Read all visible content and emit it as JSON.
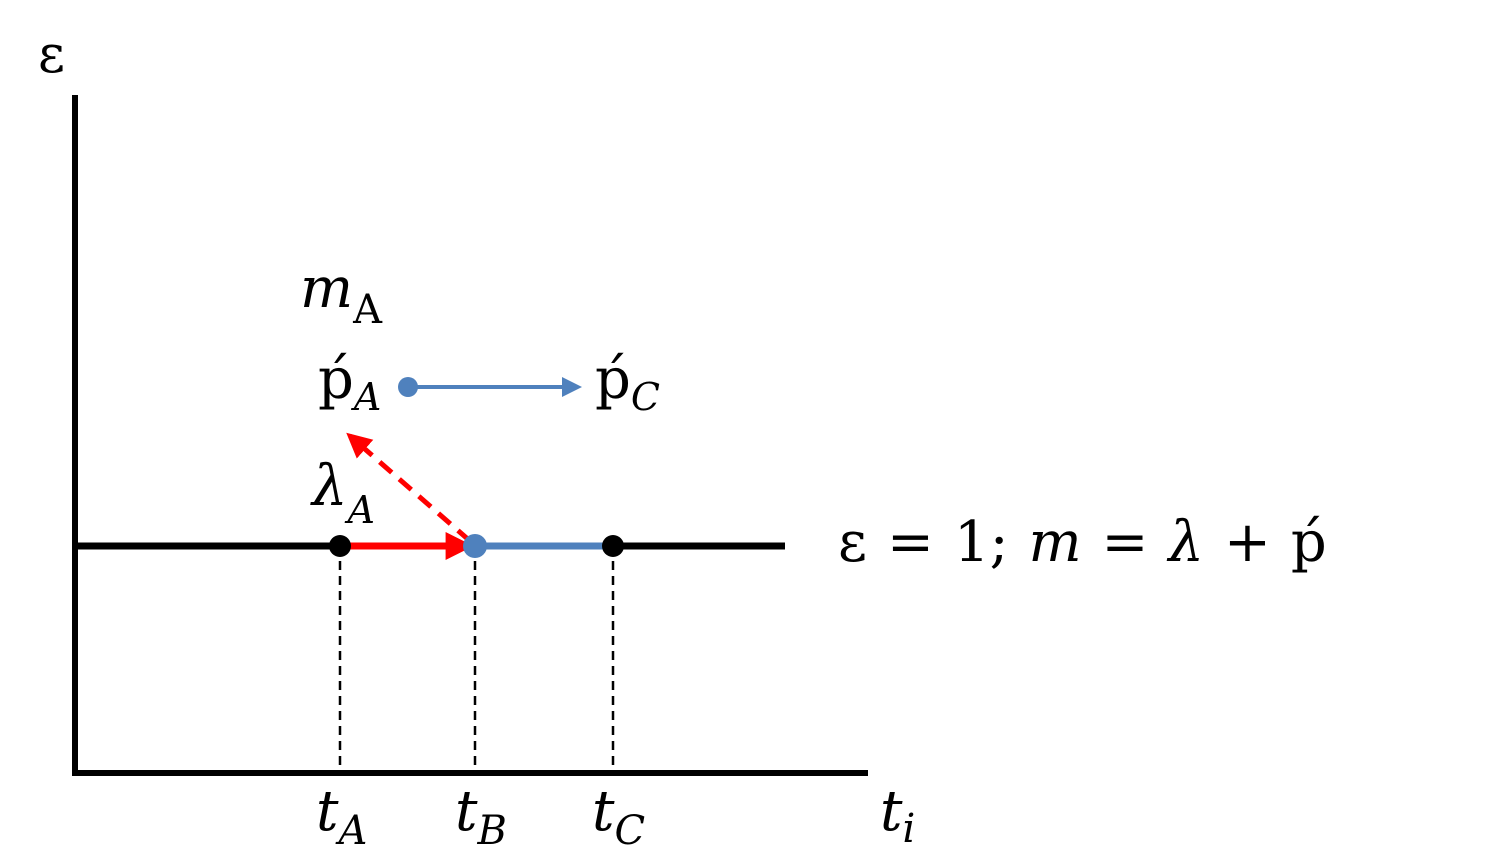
{
  "axes": {
    "y_label": "ε",
    "x_label_base": "t",
    "x_label_sub": "i"
  },
  "ticks": [
    {
      "base": "t",
      "sub": "A"
    },
    {
      "base": "t",
      "sub": "B"
    },
    {
      "base": "t",
      "sub": "C"
    }
  ],
  "labels": {
    "m_base": "m",
    "m_sub": "A",
    "pA_base": "ṕ",
    "pA_sub": "A",
    "pC_base": "ṕ",
    "pC_sub": "C",
    "lambda_base": "λ",
    "lambda_sub": "A"
  },
  "equation": {
    "eps": "ε",
    "eq1": "=",
    "one": "1;",
    "m": "m",
    "eq2": "=",
    "lambda": "λ",
    "plus": "+",
    "p": "ṕ"
  },
  "colors": {
    "axis": "#000000",
    "red": "#ff0000",
    "blue": "#4f81bd",
    "point": "#000000"
  }
}
